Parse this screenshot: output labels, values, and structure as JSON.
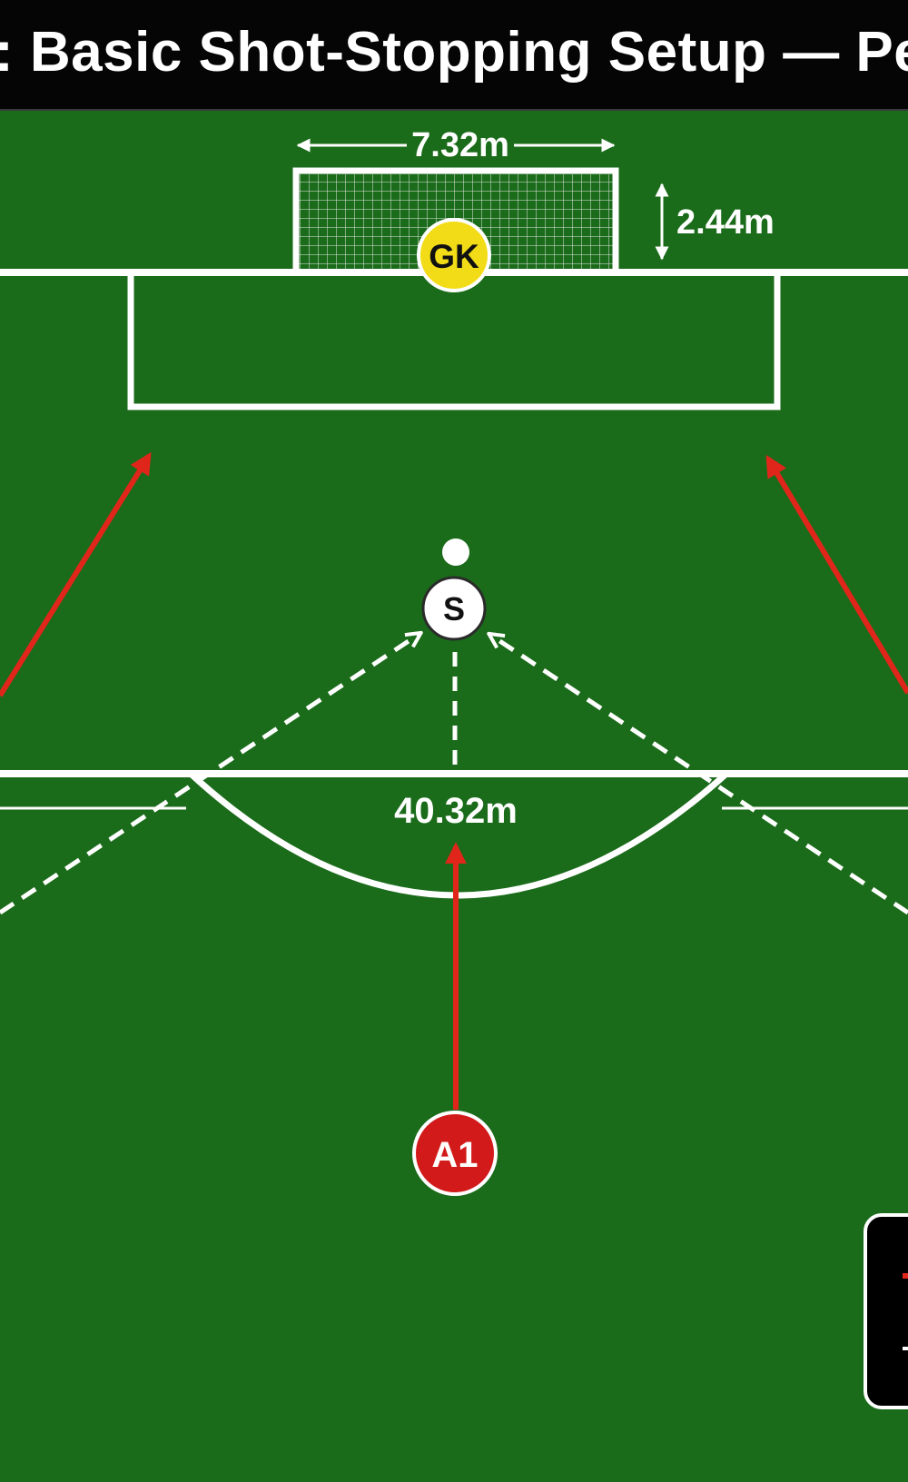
{
  "header": {
    "title": ": Basic Shot-Stopping Setup — Pena"
  },
  "measurements": {
    "goal_width": "7.32m",
    "goal_height": "2.44m",
    "arc_distance": "40.32m"
  },
  "players": {
    "goalkeeper": "GK",
    "server": "S",
    "attacker": "A1"
  },
  "colors": {
    "pitch": "#1a6b1a",
    "lines": "#ffffff",
    "run_arrow": "#e0261b",
    "goalkeeper": "#f2dc17",
    "attacker": "#d21a1a",
    "header_bg": "#050505"
  }
}
